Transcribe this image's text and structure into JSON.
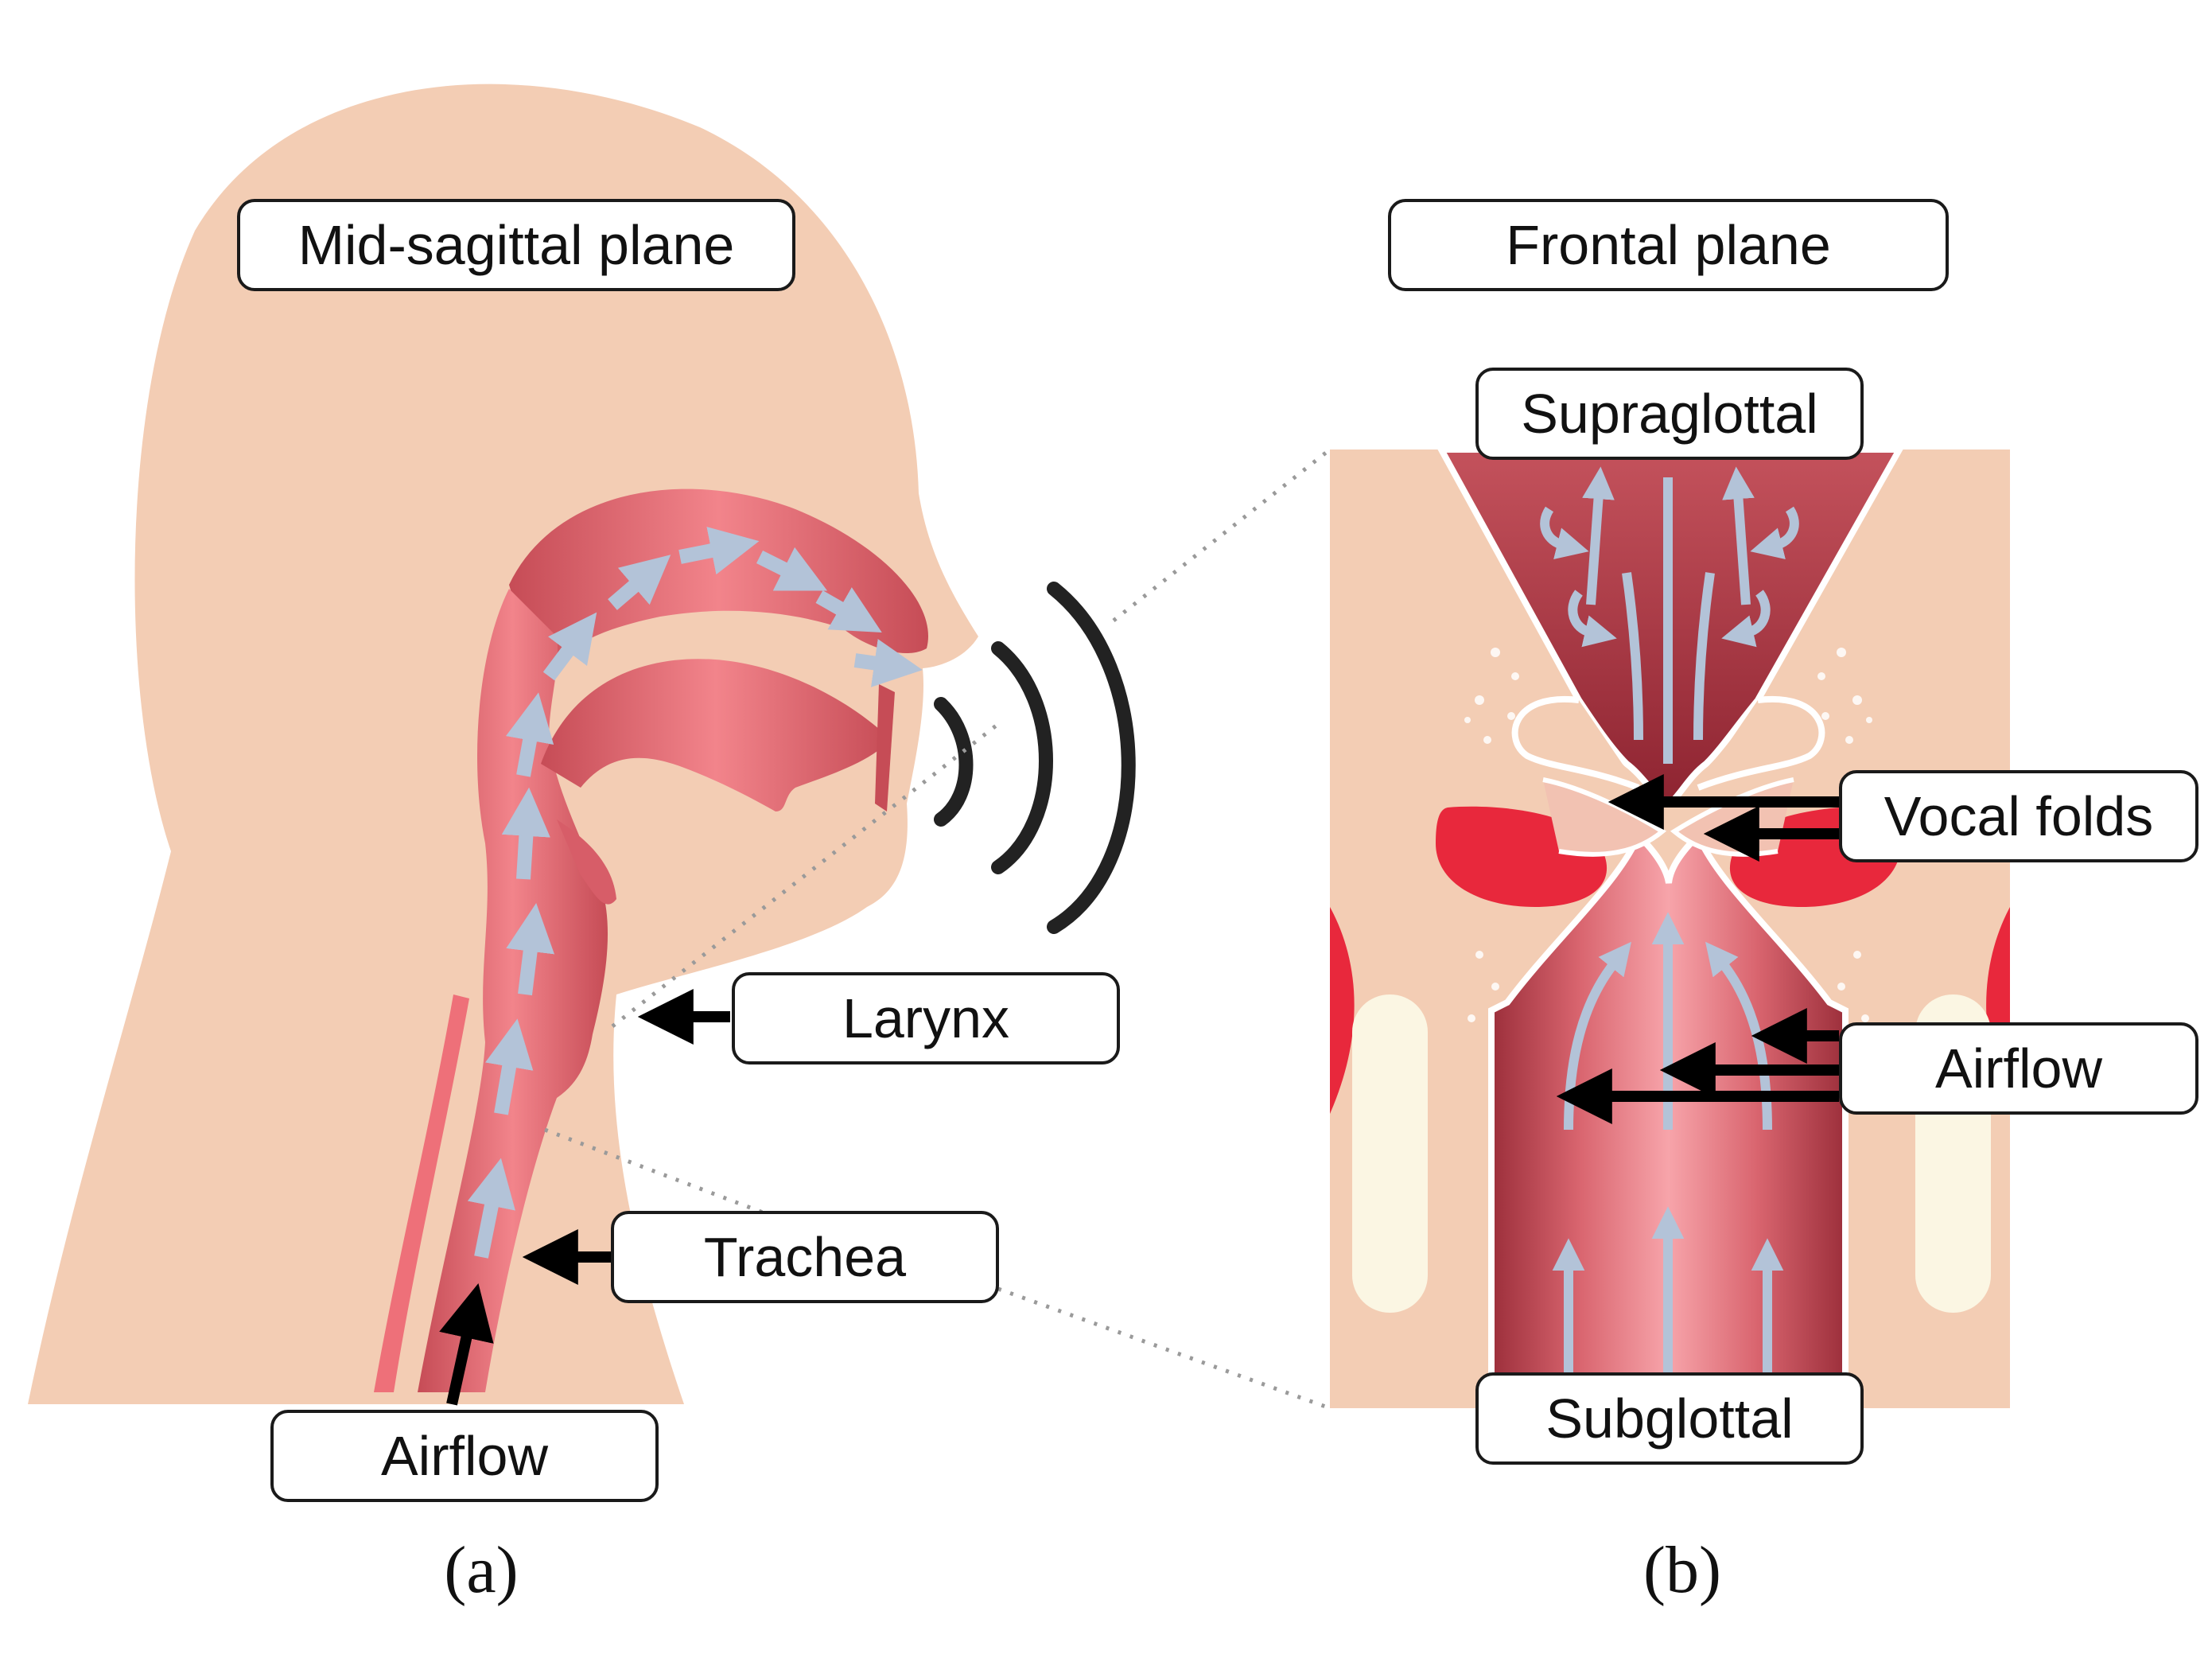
{
  "panels": {
    "a": {
      "plane_label": "Mid-sagittal plane",
      "labels": {
        "larynx": "Larynx",
        "trachea": "Trachea",
        "airflow": "Airflow"
      },
      "caption": "(a)"
    },
    "b": {
      "plane_label": "Frontal plane",
      "labels": {
        "supraglottal": "Supraglottal",
        "vocal_folds": "Vocal folds",
        "airflow": "Airflow",
        "subglottal": "Subglottal"
      },
      "caption": "(b)"
    }
  },
  "colors": {
    "skin": "#f3cdb4",
    "tract": "#ee7079",
    "tract_dark": "#b9424d",
    "airflow_arrow": "#b3c3d8",
    "pointer_arrow": "#000000",
    "sound_wave": "#222222",
    "vocal_fold_red": "#e8283c",
    "cartilage": "#fbf6e3"
  }
}
